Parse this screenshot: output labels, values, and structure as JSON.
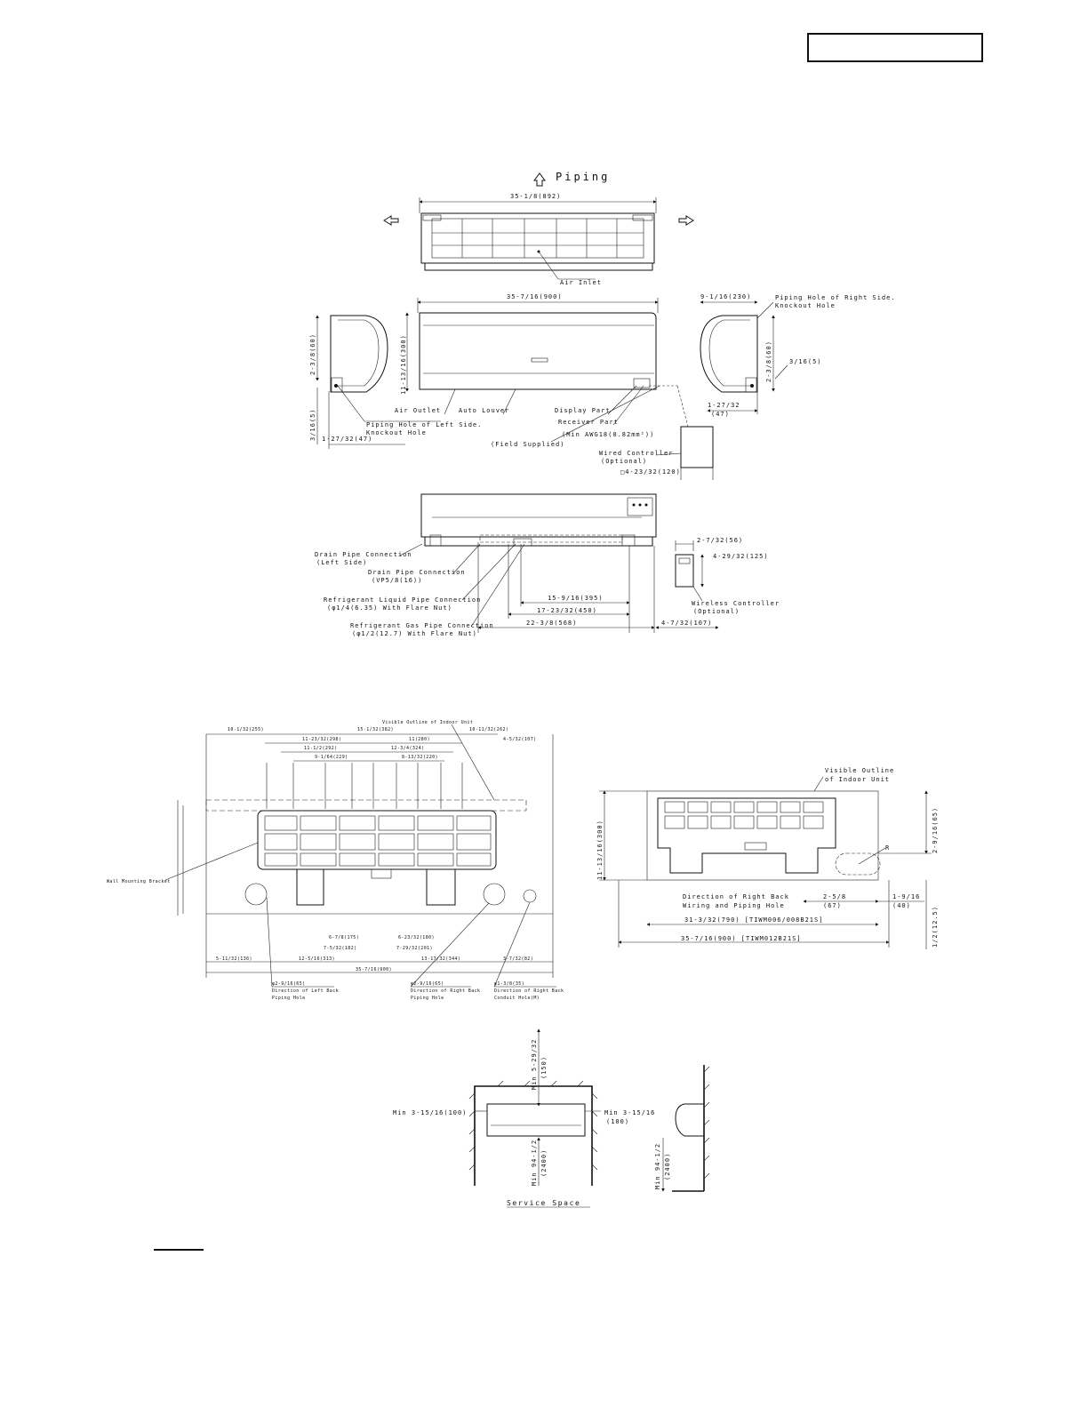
{
  "header": {
    "box_text": ""
  },
  "front_view": {
    "piping_label": "Piping",
    "width": "35-1/8(892)",
    "air_inlet": "Air Inlet"
  },
  "main_view": {
    "width": "35-7/16(900)",
    "height": "11-13/16(300)",
    "left_top": "2-3/8(60)",
    "left_bottom": "3/16(5)",
    "left_depth": "1-27/32(47)",
    "right_width": "9-1/16(230)",
    "right_top": "2-3/8(60)",
    "right_offset": "3/16(5)",
    "right_depth": "1-27/32",
    "right_depth_mm": "(47)",
    "labels": {
      "piping_right_1": "Piping Hole of Right Side.",
      "piping_right_2": "Knockout Hole",
      "air_outlet": "Air Outlet",
      "auto_louver": "Auto Louver",
      "display_part": "Display Part",
      "receiver_part": "Receiver Part",
      "piping_left_1": "Piping Hole of Left Side.",
      "piping_left_2": "Knockout Hole",
      "wire": "(Min AWG18(0.82mm²))",
      "field_supplied": "(Field Supplied)",
      "wired_controller_1": "Wired Controller",
      "wired_controller_2": "(Optional)",
      "wired_controller_3": "□4-23/32(120)"
    }
  },
  "bottom_view": {
    "drain_left_1": "Drain Pipe Connection",
    "drain_left_2": "(Left Side)",
    "drain_1": "Drain Pipe Connection",
    "drain_2": "(VP5/8(16))",
    "liquid_1": "Refrigerant Liquid Pipe Connection",
    "liquid_2": "(φ1/4(6.35) With Flare Nut)",
    "gas_1": "Refrigerant Gas Pipe Connection",
    "gas_2": "(φ1/2(12.7) With Flare Nut)",
    "dim_395": "15-9/16(395)",
    "dim_450": "17-23/32(450)",
    "dim_568": "22-3/8(568)",
    "dim_107": "4-7/32(107)",
    "dim_56": "2-7/32(56)",
    "dim_125": "4-29/32(125)",
    "wireless_1": "Wireless Controller",
    "wireless_2": "(Optional)"
  },
  "bracket_view": {
    "visible_outline": "Visible Outline of Indoor Unit",
    "wall_bracket": "Wall Mounting Bracket",
    "top_dims": [
      "10-1/32(255)",
      "15-1/32(382)",
      "10-11/32(262)",
      "11-23/32(298)",
      "11(280)",
      "4-5/32(107)",
      "11-1/2(292)",
      "12-3/4(324)",
      "9-1/64(229)",
      "8-13/32(220)"
    ],
    "bottom_dims": [
      "5-11/32(136)",
      "12-5/16(313)",
      "13-17/32(344)",
      "3-7/32(82)",
      "35-7/16(900)",
      "6-7/8(175)",
      "7-5/32(182)",
      "6-23/32(180)",
      "7-29/32(201)"
    ],
    "left_dir_1": "φ2-9/16(65)",
    "left_dir_2": "Direction of Left Back",
    "left_dir_3": "Piping Hole",
    "right_dir_1": "φ2-9/16(65)",
    "right_dir_2": "Direction of Right Back",
    "right_dir_3": "Piping Hole",
    "conduit_1": "φ1-3/8(35)",
    "conduit_2": "Direction of Right Back",
    "conduit_3": "Conduit Hole(M)"
  },
  "bracket_right_view": {
    "visible_1": "Visible Outline",
    "visible_2": "of Indoor Unit",
    "height": "11-13/16(300)",
    "right_top": "2-9/16(65)",
    "direction_1": "Direction of Right Back",
    "direction_2": "Wiring and Piping Hole",
    "dim_67": "2-5/8",
    "dim_67_mm": "(67)",
    "dim_40": "1-9/16",
    "dim_40_mm": "(40)",
    "dim_790": "31-3/32(790) [TIWM006/008B21S]",
    "dim_900": "35-7/16(900) [TIWM012B21S]",
    "dim_12_5": "1/2(12.5)",
    "radius": "R"
  },
  "service_space": {
    "top": "Min 5-29/32",
    "top_mm": "(150)",
    "left": "Min 3-15/16(100)",
    "right": "Min 3-15/16",
    "right_mm": "(100)",
    "bottom": "Min 94-1/2",
    "bottom_mm": "(2400)",
    "side_bottom": "Min 94-1/2",
    "side_bottom_mm": "(2400)",
    "title": "Service Space"
  }
}
